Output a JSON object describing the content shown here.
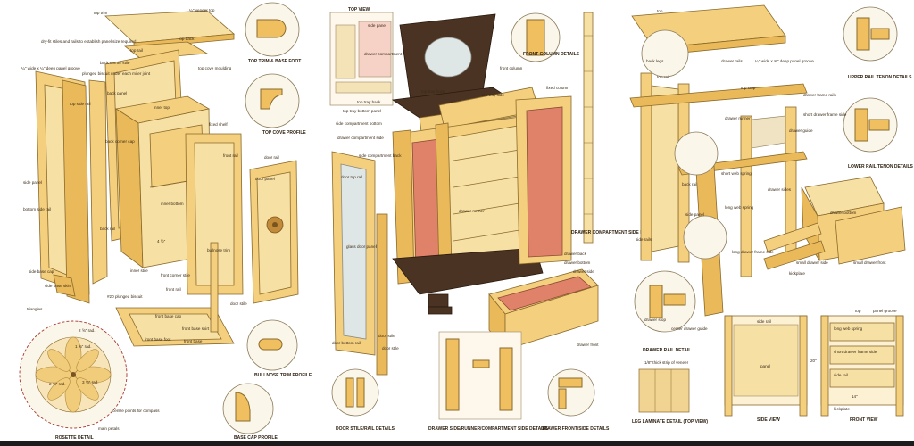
{
  "panel1": {
    "callouts": [
      "top trim",
      "¼\" veneer top",
      "dry-fit stiles and rails to establish panel size required",
      "top rail",
      "top back",
      "back corner stile",
      "plunged biscuit under each miter joint",
      "¼\" wide x ¼\" deep panel groove",
      "back panel",
      "top cove moulding",
      "top side rail",
      "inner top",
      "fixed shelf",
      "back corner cap",
      "side panel",
      "bottom side rail",
      "back rail",
      "inner bottom",
      "front rail",
      "door rail",
      "door panel",
      "side base cap",
      "side base skirt",
      "inner stile",
      "front corner stile",
      "bullnose trim",
      "front rail",
      "#20 plunged biscuit",
      "front base cap",
      "front base skirt",
      "door stile",
      "front base foot",
      "front base",
      "4 ½\""
    ],
    "details": {
      "top_trim": "TOP TRIM & BASE FOOT",
      "top_cove": "TOP COVE PROFILE",
      "bullnose": "BULLNOSE TRIM PROFILE",
      "base_cap": "BASE CAP PROFILE",
      "rosette": "ROSETTE DETAIL"
    },
    "rosette_labels": [
      "triangles",
      "2 ⅝\" rad.",
      "1 ⅜\" rad.",
      "2 ¼\" rad.",
      "3 ⅛\" rad.",
      "centre points for compass",
      "main petals"
    ]
  },
  "panel2": {
    "callouts": [
      "TOP VIEW",
      "side panel",
      "drawer compartment front",
      "front column",
      "top tray front",
      "top tray side",
      "fixed column",
      "top tray bottom panel",
      "top tray back",
      "side compartment bottom",
      "drawer compartment side",
      "door top rail",
      "drawer runner",
      "glass door panel",
      "side compartment back",
      "door stile",
      "drawer back",
      "drawer bottom",
      "drawer side",
      "drawer front",
      "door bottom rail",
      "door stile"
    ],
    "details": {
      "front_column": "FRONT COLUMN DETAILS",
      "column_side": "DRAWER COMPARTMENT SIDE DETAILS",
      "door": "DOOR STILE/RAIL DETAILS",
      "runner": "DRAWER SIDE/RUNNER/COMPARTMENT SIDE DETAILS",
      "drawer": "DRAWER FRONT/SIDE DETAILS"
    }
  },
  "panel3": {
    "callouts": [
      "top",
      "drawer rails",
      "¼\" wide x ⅜\" deep panel groove",
      "top rail",
      "top stop",
      "drawer frame rails",
      "short drawer frame side",
      "back rail",
      "drawer runner",
      "drawer guide",
      "side panel",
      "long web spring",
      "long drawer frame side",
      "short web spring",
      "kickplate",
      "drawer sides",
      "small drawer front",
      "drawer bottom",
      "small drawer side",
      "side rails",
      "drawer stop",
      "center drawer guide",
      "back legs"
    ],
    "details": {
      "upper_rail": "UPPER RAIL TENON DETAILS",
      "lower_rail": "LOWER RAIL TENON DETAILS",
      "drawer_rail": "DRAWER RAIL DETAIL",
      "veneer": "1/8\" thick strip of veneer",
      "lamination": "LEG LAMINATE DETAIL (TOP VIEW)",
      "side_view": "SIDE VIEW",
      "front_view": "FRONT VIEW"
    },
    "view_labels": [
      "top",
      "side rail",
      "panel",
      "long web spring",
      "panel groove",
      "short drawer frame side",
      "side rail",
      "20\"",
      "14\"",
      "kickplate"
    ]
  }
}
